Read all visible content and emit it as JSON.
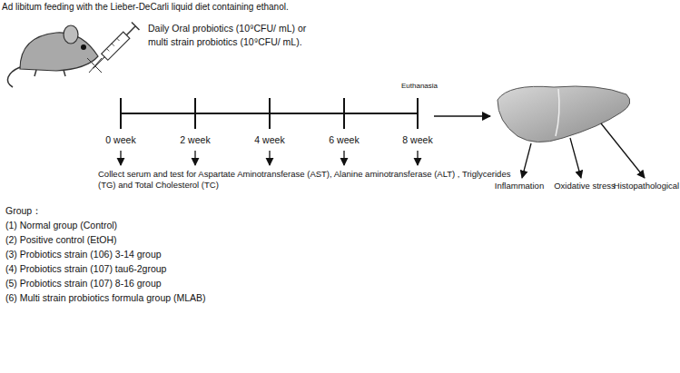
{
  "diagram": {
    "labels": [
      "Ad libitum feeding with the Lieber-DeCarli liquid diet containing ethanol.",
      "Daily Oral probiotics (10⁹CFU/ mL) or",
      "multi strain probiotics (10⁹CFU/ mL).",
      "Euthanasia",
      "0 week",
      "2 week",
      "4 week",
      "6 week",
      "8 week",
      "Collect serum and test for Aspartate Aminotransferase (AST), Alanine aminotransferase (ALT) , Triglycerides (TG) and Total Cholesterol (TC)",
      "Inflammation",
      "Oxidative stress",
      "Histopathological",
      "Group：",
      "(1) Normal group (Control)",
      "(2) Positive control (EtOH)",
      "(3) Probiotics strain (106) 3-14 group",
      "(4) Probiotics strain (107) tau6-2group",
      "(5) Probiotics strain (107) 8-16 group",
      "(6) Multi strain probiotics formula group (MLAB)"
    ]
  }
}
